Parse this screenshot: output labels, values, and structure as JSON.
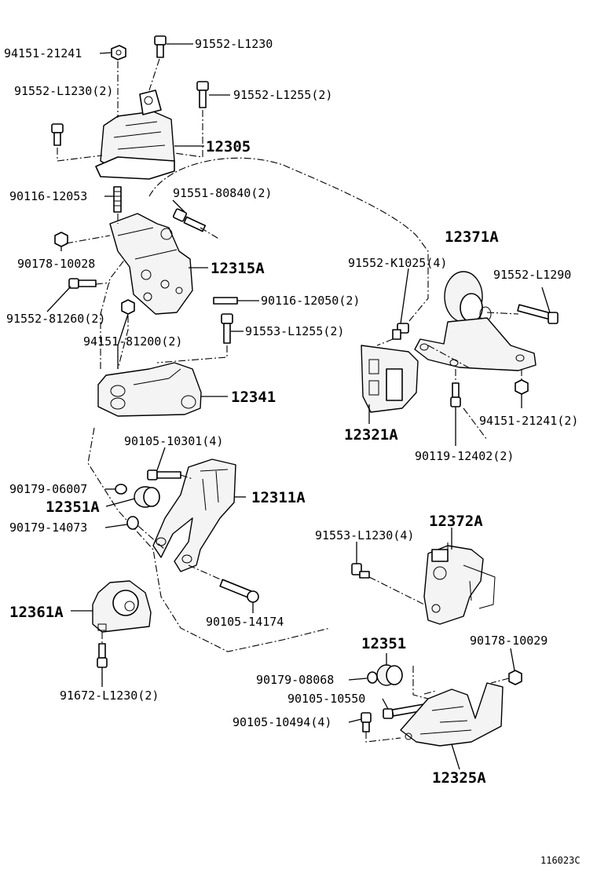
{
  "labels": {
    "l_94151_21241_top": "94151-21241",
    "l_91552_L1230_top": "91552-L1230",
    "l_91552_L1230_2": "91552-L1230(2)",
    "l_91552_L1255_2": "91552-L1255(2)",
    "l_12305": "12305",
    "l_90116_12053": "90116-12053",
    "l_91551_80840_2": "91551-80840(2)",
    "l_90178_10028": "90178-10028",
    "l_12315A": "12315A",
    "l_91552_81260_2": "91552-81260(2)",
    "l_90116_12050_2": "90116-12050(2)",
    "l_94151_81200_2": "94151-81200(2)",
    "l_91553_L1255_2": "91553-L1255(2)",
    "l_12341": "12341",
    "l_12371A": "12371A",
    "l_91552_K1025_4": "91552-K1025(4)",
    "l_91552_L1290": "91552-L1290",
    "l_94151_21241_2": "94151-21241(2)",
    "l_12321A": "12321A",
    "l_90119_12402_2": "90119-12402(2)",
    "l_90105_10301_4": "90105-10301(4)",
    "l_90179_06007": "90179-06007",
    "l_12351A": "12351A",
    "l_12311A": "12311A",
    "l_90179_14073": "90179-14073",
    "l_12372A": "12372A",
    "l_91553_L1230_4": "91553-L1230(4)",
    "l_12361A": "12361A",
    "l_90105_14174": "90105-14174",
    "l_91672_L1230_2": "91672-L1230(2)",
    "l_12351": "12351",
    "l_90178_10029": "90178-10029",
    "l_90179_08068": "90179-08068",
    "l_90105_10550": "90105-10550",
    "l_90105_10494_4": "90105-10494(4)",
    "l_12325A": "12325A"
  },
  "diagram_code": "116023C"
}
